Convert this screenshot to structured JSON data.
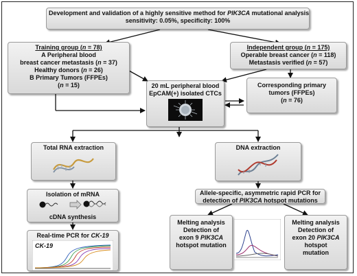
{
  "title": {
    "line1": "Development and  validation of a highly sensitive method for",
    "gene": "PIK3CA",
    "line1_tail": "mutational analysis",
    "line2": "sensitivity: 0.05%, specificity: 100%"
  },
  "training": {
    "heading_pre": "Training group (",
    "heading_n": "n",
    "heading_post": "= 78)",
    "a_line1": "A  Peripheral blood",
    "a_line2_pre": "breast cancer metastasis (",
    "a_line2_n": "n",
    "a_line2_post": "= 37)",
    "donors_pre": "Healthy donors (",
    "donors_n": "n",
    "donors_post": "= 26)",
    "b_line": "B  Primary Tumors (FFPEs)",
    "b_count_pre": "(",
    "b_count_n": "n",
    "b_count_post": "= 15)"
  },
  "independent": {
    "heading_pre": "Independent group (",
    "heading_n": "n",
    "heading_post": "= 175)",
    "operable_pre": "Operable breast cancer (",
    "operable_n": "n",
    "operable_post": "= 118)",
    "metastasis_pre": "Metastasis verified  (",
    "metastasis_n": "n",
    "metastasis_post": "= 57)"
  },
  "ctc": {
    "line1": "20 mL peripheral blood",
    "line2": "EpCAM(+) isolated CTCs"
  },
  "primary": {
    "line1": "Corresponding primary",
    "line2": "tumors (FFPEs)",
    "count_pre": "(",
    "count_n": "n",
    "count_post": "= 76)"
  },
  "rna": {
    "label": "Total RNA extraction"
  },
  "dna": {
    "label": "DNA extraction"
  },
  "mrna": {
    "label": "Isolation of mRNA",
    "cdna": "cDNA synthesis"
  },
  "pcr": {
    "label_pre": "Real-time PCR for",
    "gene": "CK-19",
    "chart_label": "CK-19"
  },
  "allele": {
    "line1": "Allele-specific, asymmetric rapid PCR for",
    "line2_pre": "detection of",
    "gene": "PIK3CA",
    "line2_post": "hotspot mutations"
  },
  "melt9": {
    "line1": "Melting analysis",
    "line2": "Detection of",
    "line3_pre": "exon 9",
    "gene": "PIK3CA",
    "line4": "hotspot  mutation"
  },
  "melt20": {
    "line1": "Melting analysis",
    "line2": "Detection of",
    "line3_pre": "exon 20",
    "gene": "PIK3CA",
    "line4": "hotspot",
    "line5": "mutation"
  },
  "colors": {
    "box_top": "#f2f2f2",
    "box_bottom": "#d9d9d9",
    "border": "#9a9a9a",
    "arrow": "#111111"
  },
  "icons": [
    "ctc-micrograph",
    "rna-strand",
    "dna-helix",
    "mrna-cdna-schematic",
    "pcr-amplification-curves",
    "melting-curves"
  ]
}
